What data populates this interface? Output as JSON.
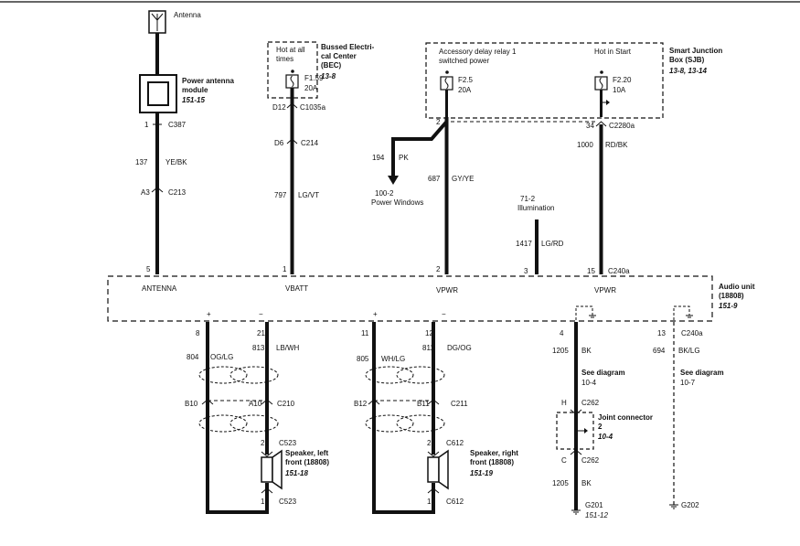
{
  "antenna": {
    "label": "Antenna"
  },
  "module": {
    "title": [
      "Power antenna",
      "module"
    ],
    "ref": "151-15",
    "pin": "1",
    "connector": "C387"
  },
  "wire_antenna": {
    "circuit": "137",
    "color": "YE/BK",
    "pin_c213": "A3",
    "connector_c213": "C213",
    "pin_audio": "5"
  },
  "bec": {
    "hot_text": [
      "Hot at all",
      "times"
    ],
    "title": [
      "Bussed Electri-",
      "cal Center",
      "(BEC)"
    ],
    "ref": "13-8",
    "fuse": "F1.59",
    "amps": "20A",
    "pin": "D12",
    "connector": "C1035a"
  },
  "wire_vbatt": {
    "pin_c214": "D6",
    "connector_c214": "C214",
    "circuit": "797",
    "color": "LG/VT",
    "pin_audio": "1"
  },
  "sjb": {
    "text_left": [
      "Accessory delay relay 1",
      "switched power"
    ],
    "text_right": "Hot in Start",
    "title": [
      "Smart Junction",
      "Box (SJB)"
    ],
    "ref": "13-8, 13-14",
    "fuse1": "F2.5",
    "amps1": "20A",
    "fuse2": "F2.20",
    "amps2": "10A",
    "pin1": "2",
    "pin2": "34",
    "connector": "C2280a"
  },
  "pw": {
    "circuit": "194",
    "color": "PK",
    "ref": "100-2",
    "label": "Power Windows"
  },
  "wire_vpwr1": {
    "circuit": "687",
    "color": "GY/YE",
    "pin_audio": "2"
  },
  "wire_vpwr2": {
    "circuit": "1000",
    "color": "RD/BK",
    "pin_audio": "15",
    "connector": "C240a"
  },
  "illum": {
    "ref": "71-2",
    "label": "Illumination",
    "circuit": "1417",
    "color": "LG/RD",
    "pin_audio": "3"
  },
  "audio": {
    "labels": [
      "ANTENNA",
      "VBATT",
      "VPWR",
      "VPWR"
    ],
    "title": [
      "Audio unit",
      "(18808)"
    ],
    "ref": "151-9",
    "connector": "C240a"
  },
  "left_spk": {
    "pin_plus": "8",
    "pin_minus": "21",
    "plus": "+",
    "minus": "−",
    "c1": "804",
    "col1": "OG/LG",
    "c2": "813",
    "col2": "LB/WH",
    "pinB": "B10",
    "pinA": "A10",
    "conn": "C210",
    "spk_pin_top": "2",
    "conn_top": "C523",
    "spk_pin_bot": "1",
    "conn_bot": "C523",
    "title": [
      "Speaker, left",
      "front (18808)"
    ],
    "ref": "151-18"
  },
  "right_spk": {
    "pin_plus": "11",
    "pin_minus": "12",
    "plus": "+",
    "minus": "−",
    "c1": "805",
    "col1": "WH/LG",
    "c2": "811",
    "col2": "DG/OG",
    "pinB": "B12",
    "pinA": "B11",
    "conn": "C211",
    "spk_pin_top": "2",
    "conn_top": "C612",
    "spk_pin_bot": "1",
    "conn_bot": "C612",
    "title": [
      "Speaker, right",
      "front (18808)"
    ],
    "ref": "151-19"
  },
  "ground1": {
    "pin": "4",
    "circuit": "1205",
    "color": "BK",
    "see": "See diagram",
    "see_ref": "10-4",
    "pinH": "H",
    "conn_top": "C262",
    "jc": [
      "Joint connector",
      "2"
    ],
    "jc_ref": "10-4",
    "pinC": "C",
    "conn_bot": "C262",
    "circuit2": "1205",
    "color2": "BK",
    "ground": "G201",
    "ground_ref": "151-12"
  },
  "ground2": {
    "pin": "13",
    "connector": "C240a",
    "circuit": "694",
    "color": "BK/LG",
    "see": "See diagram",
    "see_ref": "10-7",
    "ground": "G202"
  }
}
